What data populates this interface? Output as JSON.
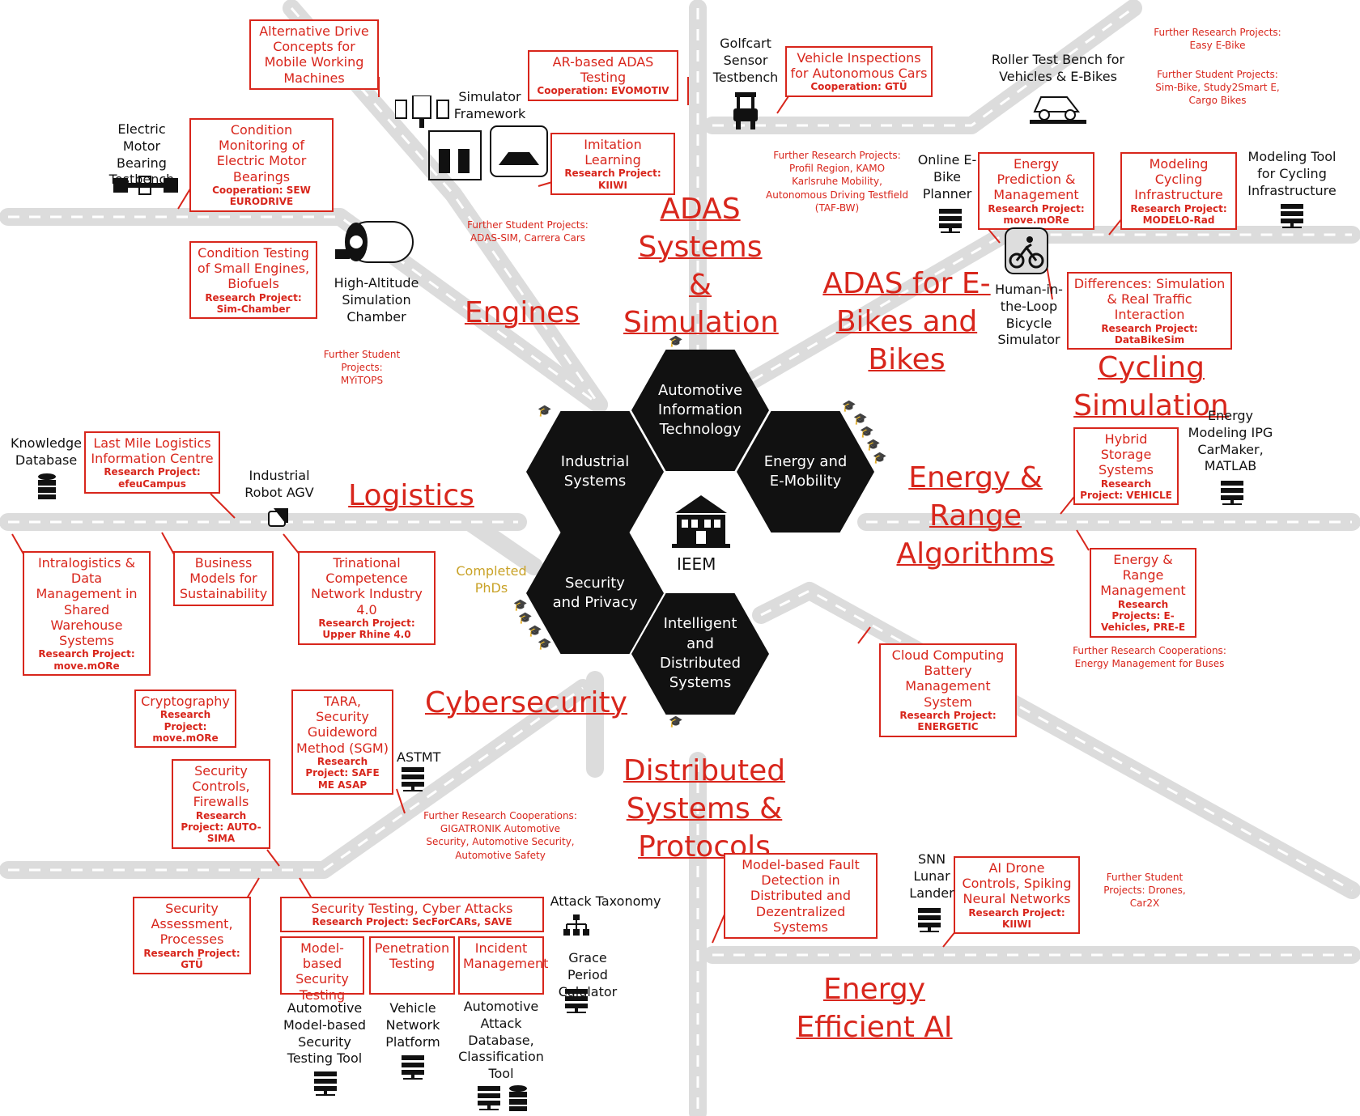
{
  "colors": {
    "accent": "#d8261c",
    "road": "#dcdcdc",
    "hex": "#111111",
    "phd": "#c9a227"
  },
  "center": {
    "label": "IEEM",
    "completed_phds": "Completed PhDs"
  },
  "hexes": {
    "automotive": "Automotive Information Technology",
    "industrial": "Industrial Systems",
    "energy": "Energy and E-Mobility",
    "security": "Security and Privacy",
    "intelligent": "Intelligent and Distributed Systems"
  },
  "areas": {
    "adas_sim": "ADAS Systems & Simulation",
    "engines": "Engines",
    "adas_bikes": "ADAS for E-Bikes and Bikes",
    "cycling": "Cycling Simulation",
    "logistics": "Logistics",
    "energy_range": "Energy & Range Algorithms",
    "cyber": "Cybersecurity",
    "distributed": "Distributed Systems & Protocols",
    "energy_ai": "Energy Efficient AI"
  },
  "boxes": {
    "alt_drive": {
      "title": "Alternative Drive Concepts for Mobile Working Machines",
      "sub": ""
    },
    "ar_adas": {
      "title": "AR-based ADAS Testing",
      "sub": "Cooperation: EVOMOTIV"
    },
    "vehicle_insp": {
      "title": "Vehicle Inspections for Autonomous Cars",
      "sub": "Cooperation: GTÜ"
    },
    "imitation": {
      "title": "Imitation Learning",
      "sub": "Research Project: KIIWI"
    },
    "cond_mon": {
      "title": "Condition Monitoring of Electric Motor Bearings",
      "sub": "Cooperation: SEW EURODRIVE"
    },
    "cond_test": {
      "title": "Condition Testing of Small Engines, Biofuels",
      "sub": "Research Project: Sim-Chamber"
    },
    "energy_pred": {
      "title": "Energy Prediction & Management",
      "sub": "Research Project: move.mORe"
    },
    "modeling_cycling": {
      "title": "Modeling Cycling Infrastructure",
      "sub": "Research Project: MODELO-Rad"
    },
    "differences": {
      "title": "Differences: Simulation & Real Traffic Interaction",
      "sub": "Research Project: DataBikeSim"
    },
    "last_mile": {
      "title": "Last Mile Logistics Information Centre",
      "sub": "Research Project: efeuCampus"
    },
    "hybrid_storage": {
      "title": "Hybrid Storage Systems",
      "sub": "Research Project: VEHICLE"
    },
    "intralogistics": {
      "title": "Intralogistics & Data Management in Shared Warehouse Systems",
      "sub": "Research Project: move.mORe"
    },
    "business": {
      "title": "Business Models for Sustainability",
      "sub": ""
    },
    "trinational": {
      "title": "Trinational Competence Network Industry 4.0",
      "sub": "Research Project: Upper Rhine 4.0"
    },
    "energy_range_mgmt": {
      "title": "Energy & Range Management",
      "sub": "Research Projects: E-Vehicles, PRE-E"
    },
    "cloud": {
      "title": "Cloud Computing Battery Management System",
      "sub": "Research Project: ENERGETIC"
    },
    "crypto": {
      "title": "Cryptography",
      "sub": "Research Project: move.mORe"
    },
    "tara": {
      "title": "TARA, Security Guideword Method (SGM)",
      "sub": "Research Project: SAFE ME ASAP"
    },
    "sec_controls": {
      "title": "Security Controls, Firewalls",
      "sub": "Research Project: AUTO-SIMA"
    },
    "sec_assess": {
      "title": "Security Assessment, Processes",
      "sub": "Research Project: GTÜ"
    },
    "sec_testing": {
      "title": "Security Testing, Cyber Attacks",
      "sub": "Research Project: SecForCARs, SAVE"
    },
    "model_sec": {
      "title": "Model-based Security Testing",
      "sub": ""
    },
    "pen_test": {
      "title": "Penetration Testing",
      "sub": ""
    },
    "incident": {
      "title": "Incident Management",
      "sub": ""
    },
    "fault": {
      "title": "Model-based Fault Detection in Distributed and Dezentralized Systems",
      "sub": ""
    },
    "drone": {
      "title": "AI Drone Controls, Spiking Neural Networks",
      "sub": "Research Project: KIIWI"
    }
  },
  "labels": {
    "golfcart": "Golfcart Sensor Testbench",
    "simulator": "Simulator Framework",
    "roller": "Roller Test Bench for Vehicles & E-Bikes",
    "motor_bench": "Electric Motor Bearing Testbench",
    "online_planner": "Online E-Bike Planner",
    "modeling_tool": "Modeling Tool for Cycling Infrastructure",
    "altitude": "High-Altitude Simulation Chamber",
    "hil": "Human-in-the-Loop Bicycle Simulator",
    "knowledge": "Knowledge Database",
    "agv": "Industrial Robot AGV",
    "energy_modeling": "Energy Modeling IPG CarMaker, MATLAB",
    "astmt": "ASTMT",
    "attack_tax": "Attack Taxonomy",
    "grace": "Grace Period Calulator",
    "snn": "SNN Lunar Lander",
    "auto_model_tool": "Automotive Model-based Security Testing Tool",
    "vehicle_network": "Vehicle Network Platform",
    "auto_attack_db": "Automotive Attack Database, Classification Tool"
  },
  "notes": {
    "further_easy": "Further Research Projects: Easy E-Bike",
    "further_student_bike": "Further Student Projects: Sim-Bike, Study2Smart E, Cargo Bikes",
    "further_profil": "Further Research Projects: Profil Region, KAMO Karlsruhe Mobility, Autonomous Driving Testfield (TAF-BW)",
    "further_adas_sim": "Further Student Projects: ADAS-SIM, Carrera Cars",
    "further_myitops": "Further Student Projects: MYiTOPS",
    "further_buses": "Further Research Cooperations: Energy Management for Buses",
    "further_gigatronik": "Further Research Cooperations: GIGATRONIK Automotive Security, Automotive Security, Automotive Safety",
    "further_drones": "Further Student Projects: Drones, Car2X"
  }
}
